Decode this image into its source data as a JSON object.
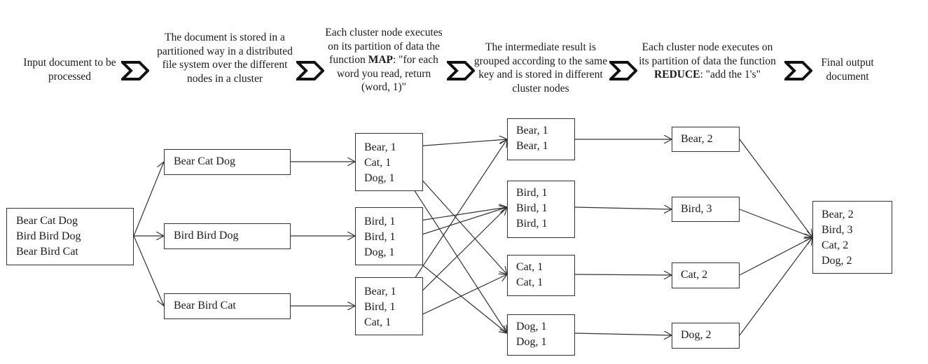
{
  "stages": [
    {
      "id": "input",
      "caption": "Input document to be processed"
    },
    {
      "id": "split",
      "caption": "The document is stored in a partitioned way in a distributed file system over the different nodes in a cluster"
    },
    {
      "id": "map",
      "caption_pre": "Each cluster node executes on its partition of data the function ",
      "caption_bold": "MAP",
      "caption_post": ": \"for each word you read, return (word, 1)\""
    },
    {
      "id": "shuffle",
      "caption": "The intermediate result is grouped according to the same key and is stored in different cluster nodes"
    },
    {
      "id": "reduce",
      "caption_pre": "Each cluster node executes on its partition of data the function ",
      "caption_bold": "REDUCE",
      "caption_post": ": \"add the 1's\""
    },
    {
      "id": "output",
      "caption": "Final output document"
    }
  ],
  "input_box": {
    "lines": [
      "Bear Cat Dog",
      "Bird Bird Dog",
      "Bear Bird Cat"
    ]
  },
  "split_boxes": [
    {
      "text": "Bear Cat Dog"
    },
    {
      "text": "Bird Bird Dog"
    },
    {
      "text": "Bear Bird Cat"
    }
  ],
  "map_boxes": [
    {
      "lines": [
        "Bear, 1",
        "Cat, 1",
        "Dog, 1"
      ]
    },
    {
      "lines": [
        "Bird, 1",
        "Bird, 1",
        "Dog, 1"
      ]
    },
    {
      "lines": [
        "Bear, 1",
        "Bird, 1",
        "Cat, 1"
      ]
    }
  ],
  "shuffle_boxes": [
    {
      "key": "Bear",
      "lines": [
        "Bear, 1",
        "Bear, 1"
      ]
    },
    {
      "key": "Bird",
      "lines": [
        "Bird, 1",
        "Bird, 1",
        "Bird, 1"
      ]
    },
    {
      "key": "Cat",
      "lines": [
        "Cat, 1",
        "Cat, 1"
      ]
    },
    {
      "key": "Dog",
      "lines": [
        "Dog, 1",
        "Dog, 1"
      ]
    }
  ],
  "reduce_boxes": [
    {
      "text": "Bear, 2"
    },
    {
      "text": "Bird, 3"
    },
    {
      "text": "Cat, 2"
    },
    {
      "text": "Dog, 2"
    }
  ],
  "output_box": {
    "lines": [
      "Bear, 2",
      "Bird, 3",
      "Cat, 2",
      "Dog, 2"
    ]
  },
  "connections": {
    "shuffle_routes": [
      {
        "from_map": 0,
        "line": 0,
        "to": "Bear"
      },
      {
        "from_map": 0,
        "line": 1,
        "to": "Cat"
      },
      {
        "from_map": 0,
        "line": 2,
        "to": "Dog"
      },
      {
        "from_map": 1,
        "line": 0,
        "to": "Bird"
      },
      {
        "from_map": 1,
        "line": 1,
        "to": "Bird"
      },
      {
        "from_map": 1,
        "line": 2,
        "to": "Dog"
      },
      {
        "from_map": 2,
        "line": 0,
        "to": "Bear"
      },
      {
        "from_map": 2,
        "line": 1,
        "to": "Bird"
      },
      {
        "from_map": 2,
        "line": 2,
        "to": "Cat"
      }
    ]
  },
  "icons": {
    "stage_separator": "chevron-right-icon"
  },
  "colors": {
    "stroke": "#333333",
    "text": "#1a1a1a",
    "background": "#ffffff"
  }
}
